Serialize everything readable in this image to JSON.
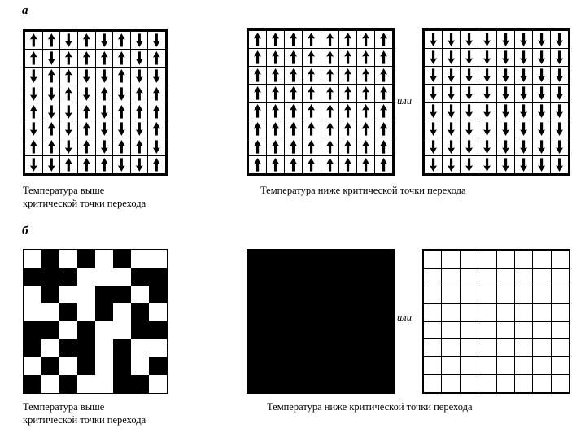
{
  "figure": {
    "panels": [
      {
        "letter": "а",
        "kind": "arrow-grids",
        "left_caption": "Температура выше\nкритической точки перехода",
        "right_caption": "Температура ниже критической точки перехода",
        "conjunction": "или",
        "grids": [
          {
            "name": "disordered-spins",
            "rows": 8,
            "cols": 8,
            "arrows": [
              [
                "up",
                "up",
                "down",
                "up",
                "down",
                "up",
                "down",
                "down"
              ],
              [
                "up",
                "down",
                "up",
                "up",
                "up",
                "up",
                "down",
                "up"
              ],
              [
                "down",
                "up",
                "up",
                "down",
                "down",
                "up",
                "down",
                "down"
              ],
              [
                "down",
                "down",
                "up",
                "down",
                "up",
                "down",
                "up",
                "up"
              ],
              [
                "up",
                "down",
                "down",
                "up",
                "down",
                "up",
                "up",
                "up"
              ],
              [
                "down",
                "up",
                "down",
                "up",
                "down",
                "down",
                "down",
                "up"
              ],
              [
                "up",
                "up",
                "down",
                "up",
                "down",
                "up",
                "up",
                "down"
              ],
              [
                "down",
                "down",
                "up",
                "up",
                "up",
                "down",
                "down",
                "up"
              ]
            ]
          },
          {
            "name": "all-spins-up",
            "rows": 8,
            "cols": 8,
            "uniform_arrow": "up"
          },
          {
            "name": "all-spins-down",
            "rows": 8,
            "cols": 8,
            "uniform_arrow": "down"
          }
        ]
      },
      {
        "letter": "б",
        "kind": "black-white-grids",
        "left_caption": "Температура выше\nкритической точки перехода",
        "right_caption": "Температура ниже критической точки перехода",
        "conjunction": "или",
        "grids": [
          {
            "name": "disordered-cells",
            "rows": 8,
            "cols": 8,
            "cells": [
              [
                "w",
                "b",
                "w",
                "b",
                "w",
                "b",
                "w",
                "w"
              ],
              [
                "b",
                "b",
                "b",
                "w",
                "w",
                "w",
                "b",
                "b"
              ],
              [
                "w",
                "b",
                "w",
                "w",
                "b",
                "b",
                "w",
                "b"
              ],
              [
                "w",
                "w",
                "b",
                "w",
                "b",
                "w",
                "b",
                "w"
              ],
              [
                "b",
                "b",
                "w",
                "b",
                "w",
                "w",
                "b",
                "b"
              ],
              [
                "b",
                "w",
                "b",
                "b",
                "w",
                "b",
                "w",
                "w"
              ],
              [
                "w",
                "b",
                "w",
                "b",
                "w",
                "b",
                "w",
                "b"
              ],
              [
                "b",
                "w",
                "b",
                "w",
                "w",
                "b",
                "b",
                "w"
              ]
            ]
          },
          {
            "name": "all-cells-black",
            "rows": 8,
            "cols": 8,
            "uniform_cell": "b"
          },
          {
            "name": "all-cells-white",
            "rows": 8,
            "cols": 8,
            "uniform_cell": "w"
          }
        ]
      }
    ],
    "colors": {
      "ink": "#000000",
      "paper": "#ffffff"
    }
  }
}
